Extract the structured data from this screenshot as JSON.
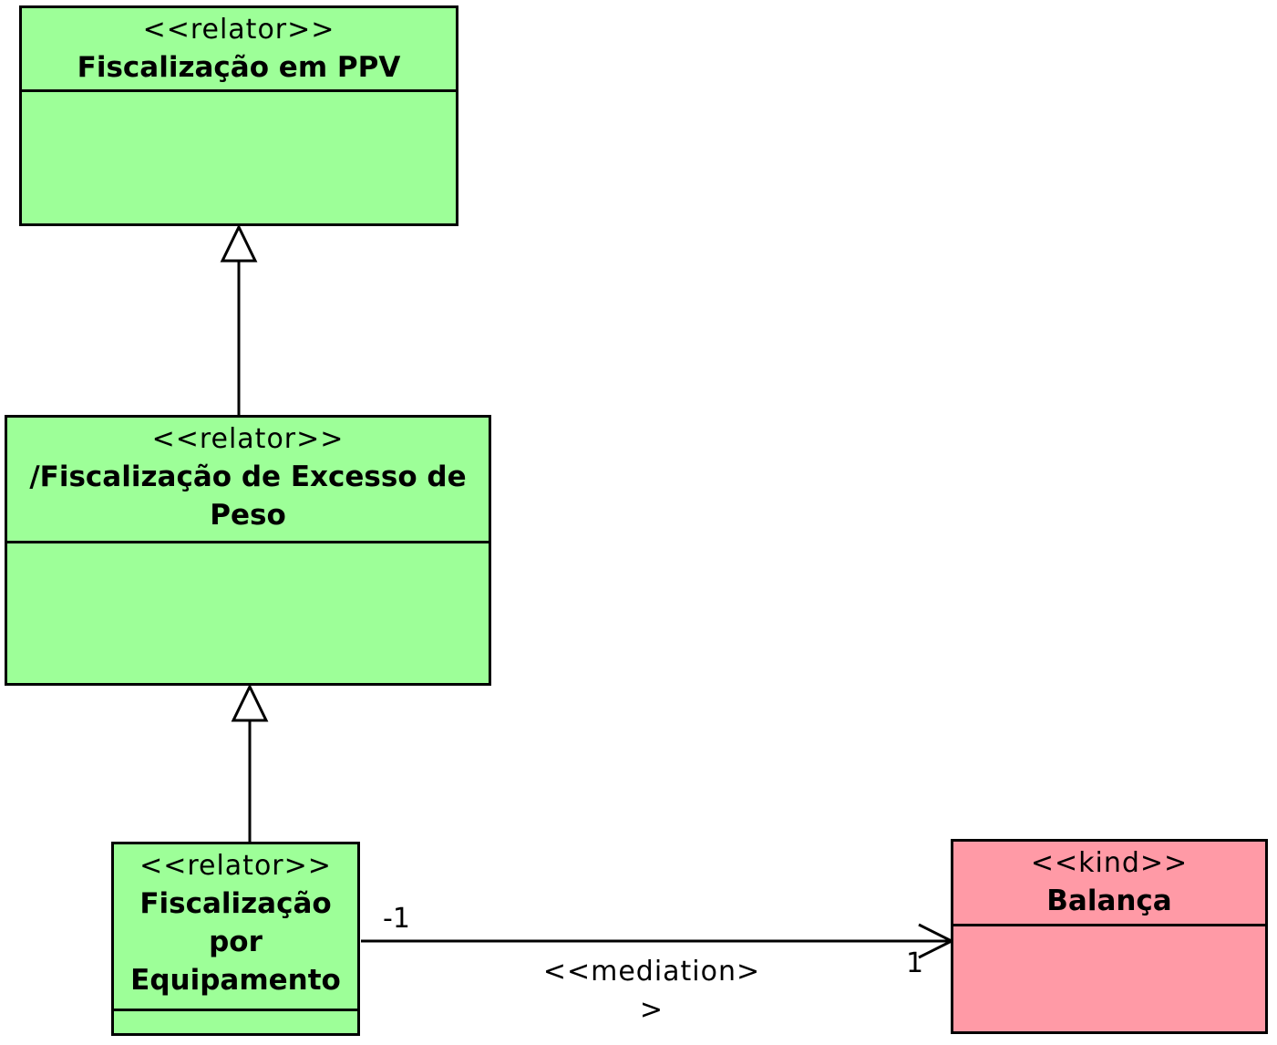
{
  "classes": {
    "fiscalizacao_ppv": {
      "stereotype": "<<relator>>",
      "name": "Fiscalização em PPV",
      "color": "#9dff98"
    },
    "fiscalizacao_excesso_peso": {
      "stereotype": "<<relator>>",
      "name": "/Fiscalização de Excesso de Peso",
      "color": "#9dff98"
    },
    "fiscalizacao_equipamento": {
      "stereotype": "<<relator>>",
      "name": "Fiscalização por Equipamento",
      "color": "#9dff98"
    },
    "balanca": {
      "stereotype": "<<kind>>",
      "name": "Balança",
      "color": "#ff9aa6"
    }
  },
  "relations": {
    "generalization_1": {
      "from": "fiscalizacao_excesso_peso",
      "to": "fiscalizacao_ppv"
    },
    "generalization_2": {
      "from": "fiscalizacao_equipamento",
      "to": "fiscalizacao_excesso_peso"
    },
    "mediation": {
      "from": "fiscalizacao_equipamento",
      "to": "balanca",
      "stereotype": "<<mediation>>",
      "source_multiplicity": "-1",
      "target_multiplicity": "1"
    }
  }
}
